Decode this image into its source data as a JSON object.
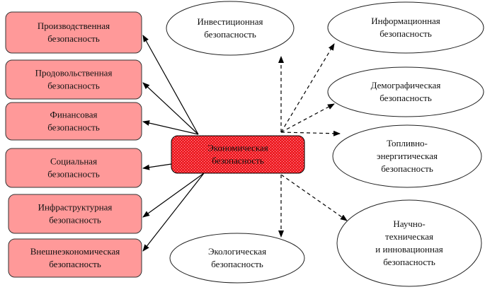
{
  "diagram": {
    "center": {
      "lines": [
        "Экономическая",
        "безопасность"
      ]
    },
    "left_boxes": [
      {
        "id": "production",
        "lines": [
          "Производственная",
          "безопасность"
        ]
      },
      {
        "id": "food",
        "lines": [
          "Продовольственная",
          "безопасность"
        ]
      },
      {
        "id": "financial",
        "lines": [
          "Финансовая",
          "безопасность"
        ]
      },
      {
        "id": "social",
        "lines": [
          "Социальная",
          "безопасность"
        ]
      },
      {
        "id": "infrastructure",
        "lines": [
          "Инфраструктурная",
          "безопасность"
        ]
      },
      {
        "id": "foreign-economic",
        "lines": [
          "Внешнеэкономическая",
          "безопасность"
        ]
      }
    ],
    "ellipses": [
      {
        "id": "investment",
        "lines": [
          "Инвестиционная",
          "безопасность"
        ]
      },
      {
        "id": "information",
        "lines": [
          "Информационная",
          "безопасность"
        ]
      },
      {
        "id": "demographic",
        "lines": [
          "Демографическая",
          "безопасность"
        ]
      },
      {
        "id": "fuel-energy",
        "lines": [
          "Топливно-",
          "энергитическая",
          "безопасность"
        ]
      },
      {
        "id": "scientific-technical",
        "lines": [
          "Научно-",
          "техническая",
          "и инновационная",
          "безопасность"
        ]
      },
      {
        "id": "ecological",
        "lines": [
          "Экологическая",
          "безопасность"
        ]
      }
    ],
    "colors": {
      "left_box_fill": "#ff9999",
      "center_fill": "#ee1c24",
      "border": "#333333"
    }
  }
}
